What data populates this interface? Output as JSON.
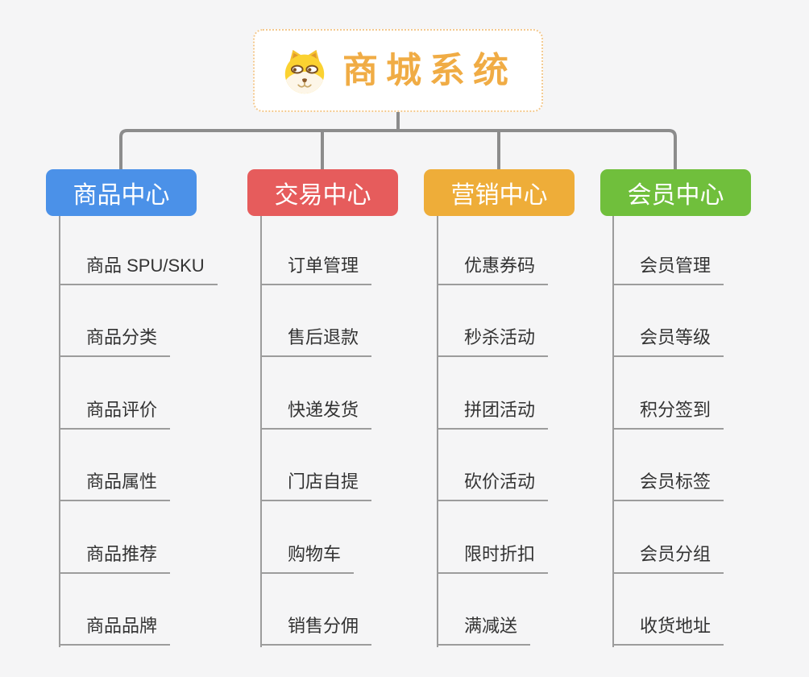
{
  "canvas": {
    "background": "#f5f5f6",
    "connector_color": "#8c8c8c",
    "rail_color": "#9c9c9c",
    "leaf_text_color": "#333333"
  },
  "root": {
    "title": "商城系统",
    "icon": "doge-icon",
    "text_color": "#f0ac45",
    "border_color": "#f3c98f",
    "background": "#ffffff"
  },
  "branches": [
    {
      "label": "商品中心",
      "color": "#4b91e8",
      "children": [
        "商品 SPU/SKU",
        "商品分类",
        "商品评价",
        "商品属性",
        "商品推荐",
        "商品品牌"
      ]
    },
    {
      "label": "交易中心",
      "color": "#e65c5c",
      "children": [
        "订单管理",
        "售后退款",
        "快递发货",
        "门店自提",
        "购物车",
        "销售分佣"
      ]
    },
    {
      "label": "营销中心",
      "color": "#eead39",
      "children": [
        "优惠券码",
        "秒杀活动",
        "拼团活动",
        "砍价活动",
        "限时折扣",
        "满减送"
      ]
    },
    {
      "label": "会员中心",
      "color": "#70bf3c",
      "children": [
        "会员管理",
        "会员等级",
        "积分签到",
        "会员标签",
        "会员分组",
        "收货地址"
      ]
    }
  ]
}
